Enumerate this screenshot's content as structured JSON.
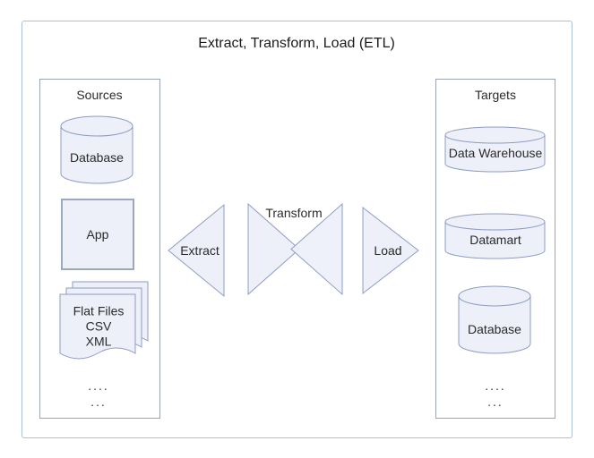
{
  "title": "Extract, Transform, Load (ETL)",
  "sources": {
    "heading": "Sources",
    "database_label": "Database",
    "app_label": "App",
    "flat_files": {
      "line1": "Flat Files",
      "line2": "CSV",
      "line3": "XML"
    },
    "dots_line1": "....",
    "dots_line2": "..."
  },
  "flow": {
    "extract_label": "Extract",
    "transform_label": "Transform",
    "load_label": "Load"
  },
  "targets": {
    "heading": "Targets",
    "warehouse_label": "Data Warehouse",
    "datamart_label": "Datamart",
    "database_label": "Database",
    "dots_line1": "....",
    "dots_line2": "..."
  },
  "colors": {
    "shape_fill": "#EDEFF9",
    "shape_stroke": "#8E9CC3",
    "app_stroke": "#9BA8BE",
    "outer_border": "#ACC1D5",
    "panel_border": "#99A3B1",
    "text": "#2B2B2B",
    "background": "#FFFFFF"
  }
}
